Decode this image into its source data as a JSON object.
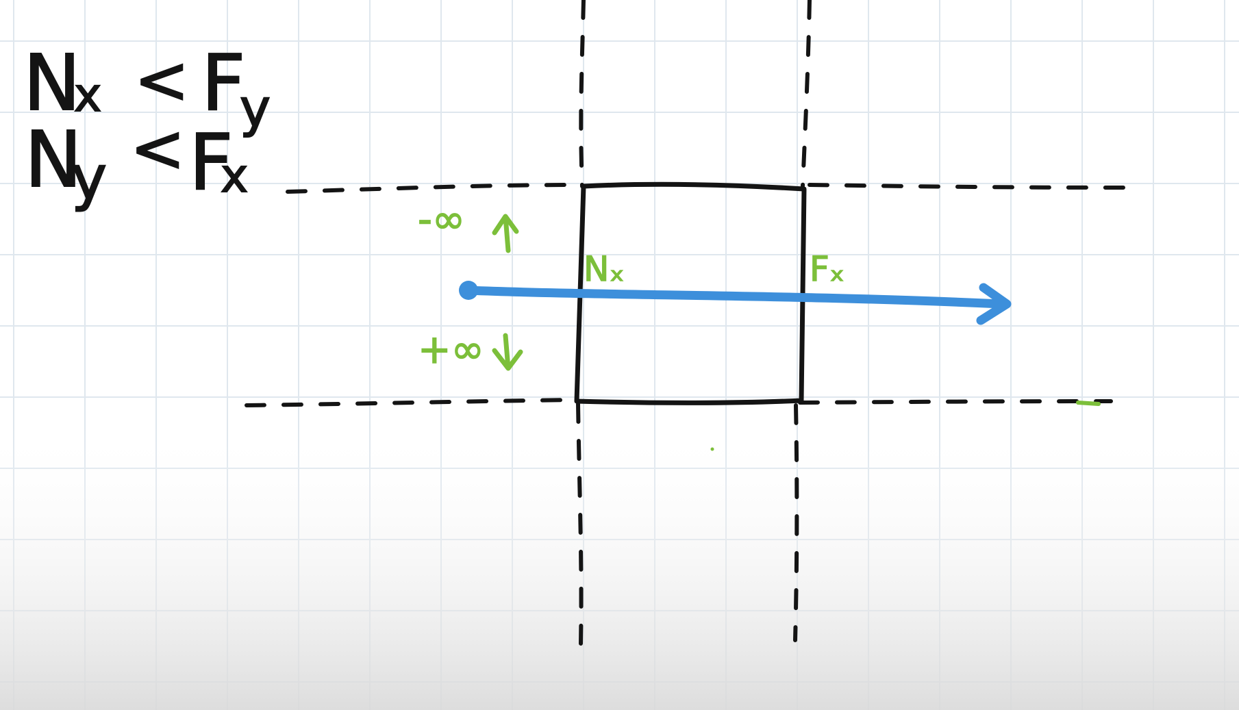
{
  "equations": {
    "line1": {
      "lhs": "N",
      "lhs_sub": "x",
      "op": "<",
      "rhs": "F",
      "rhs_sub": "y"
    },
    "line2": {
      "lhs": "N",
      "lhs_sub": "y",
      "op": "<",
      "rhs": "F",
      "rhs_sub": "x"
    }
  },
  "labels": {
    "near_x": "Nₓ",
    "far_x": "Fₓ",
    "minus_infinity": "-∞",
    "plus_infinity": "+∞"
  },
  "colors": {
    "ink": "#141414",
    "green": "#7cbf3a",
    "blue": "#3d8fdb",
    "grid": "#dfe7ee"
  }
}
